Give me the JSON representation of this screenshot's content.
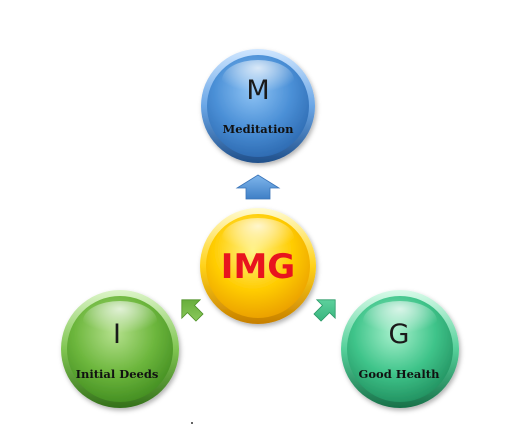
{
  "center": {
    "text": "IMG"
  },
  "nodes": {
    "top": {
      "letter": "M",
      "label": "Meditation"
    },
    "left": {
      "letter": "I",
      "label": "Initial Deeds"
    },
    "right": {
      "letter": "G",
      "label": "Good Health"
    }
  },
  "colors": {
    "top": "#4a8fd6",
    "left": "#6cb63c",
    "right": "#3fc48a",
    "center": "#ffcc00",
    "center_text": "#e8141e"
  }
}
